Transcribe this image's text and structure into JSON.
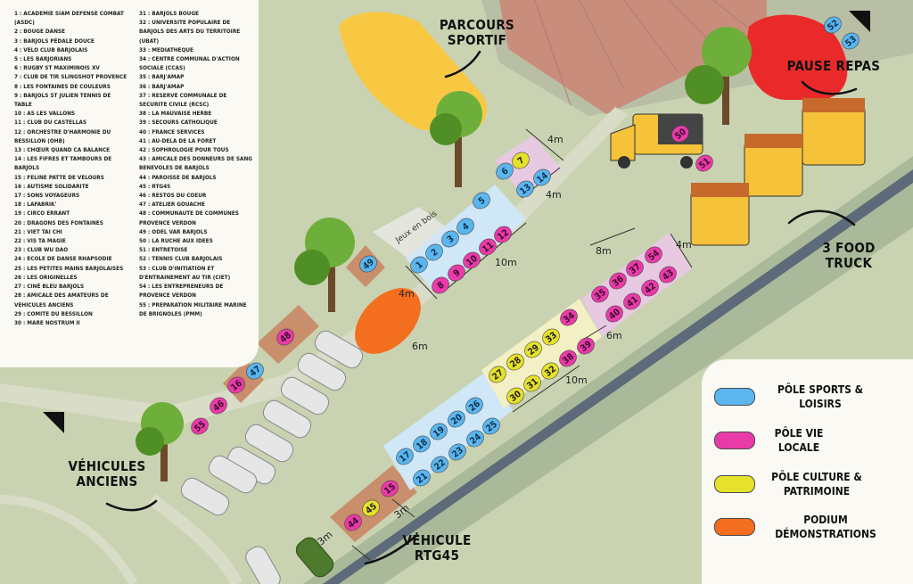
{
  "colors": {
    "sport": "#5bb5ee",
    "vie": "#e93ba8",
    "culture": "#e6e12b",
    "podium": "#f36f1f",
    "grass": "#c9d3b2",
    "panel": "#fbf9f4"
  },
  "participants_left": [
    "1 : Academie Siam defense combat (ASDC)",
    "2 : Bouge danse",
    "3 : Barjols pédale douce",
    "4 : Velo club barjolais",
    "5 : Les barjorians",
    "6 : Rugby ST Maximinois XV",
    "7 : Club de tir slingshot Provence",
    "8 : Les fontaines de couleurs",
    "9 : Barjols ST Julien tennis de table",
    "10 : As les vallons",
    "11 : Club du Castellas",
    "12 : Orchestre d'harmonie du Bessillon (OHB)",
    "13 : Chœur quand ca balance",
    "14 : Les fifres et tambours de Barjols",
    "15 : Feline patte de velours",
    "16 : Autisme solidarite",
    "17 : Sons voyageurs",
    "18 : Lafabrik'",
    "19 : Circo errant",
    "20 : Dragons des fontaines",
    "21 : Viet tai chi",
    "22 : Vis ta magie",
    "23 : Club wu dao",
    "24 : Ecole de danse rhapsodie",
    "25 : Les petites mains barjolaises",
    "26 : Les originelles",
    "27 : Ciné bleu barjols",
    "28 : Amicale des amateurs de vehicules anciens",
    "29 : Comite du bessillon",
    "30 : Mare nostrum II"
  ],
  "participants_right": [
    "31 : Barjols bouge",
    "32 : Universite populaire de barjols des arts du territoire (UBAT)",
    "33 : Mediatheque",
    "34 : Centre communal d'action sociale (CCAS)",
    "35 : Barj'amap",
    "36 : Barj'amap",
    "37 : Reserve communale de securite civile (RCSC)",
    "38 : La mauvaise herbe",
    "39 : Secours catholique",
    "40 : France services",
    "41 : Au-dela de la foret",
    "42 : Sophrologie pour tous",
    "43 : Amicale des donneurs de sang benevoles de barjols",
    "44 : Paroisse de barjols",
    "45 : RTG45",
    "46 : Restos du coeur",
    "47 : Atelier gouache",
    "48 : Communaute de communes provence verdon",
    "49 : Odel var barjols",
    "50 : La ruche aux idees",
    "51 : Entretoise",
    "52 : Tennis club barjolais",
    "53 : Club d'initiation et d'entrainement au tir (CIET)",
    "54 : Les entrepreneurs de provence verdon",
    "55 : Preparation militaire marine de brignoles (PMM)"
  ],
  "callouts": {
    "parcours": "PARCOURS SPORTIF",
    "pause": "PAUSE REPAS",
    "food": "3 FOOD TRUCK",
    "vehicules": "VÉHICULES ANCIENS",
    "rtg": "VÉHICULE RTG45",
    "jeux": "Jeux en bois"
  },
  "measures": {
    "m4a": "4m",
    "m4b": "4m",
    "m10a": "10m",
    "m4c": "4m",
    "m6a": "6m",
    "m8": "8m",
    "m4d": "4m",
    "m6b": "6m",
    "m10b": "10m",
    "m3a": "3m",
    "m3b": "3m"
  },
  "key": [
    {
      "label": "PÔLE SPORTS & LOISIRS",
      "color": "#5bb5ee"
    },
    {
      "label": "PÔLE VIE LOCALE",
      "color": "#e93ba8"
    },
    {
      "label": "PÔLE CULTURE & PATRIMOINE",
      "color": "#e6e12b"
    },
    {
      "label": "PODIUM DÉMONSTRATIONS",
      "color": "#f36f1f"
    }
  ],
  "stands": [
    {
      "n": "1",
      "pole": "sport"
    },
    {
      "n": "2",
      "pole": "sport"
    },
    {
      "n": "3",
      "pole": "sport"
    },
    {
      "n": "4",
      "pole": "sport"
    },
    {
      "n": "5",
      "pole": "sport"
    },
    {
      "n": "6",
      "pole": "sport"
    },
    {
      "n": "7",
      "pole": "culture"
    },
    {
      "n": "8",
      "pole": "vie"
    },
    {
      "n": "9",
      "pole": "vie"
    },
    {
      "n": "10",
      "pole": "vie"
    },
    {
      "n": "11",
      "pole": "vie"
    },
    {
      "n": "12",
      "pole": "vie"
    },
    {
      "n": "13",
      "pole": "sport"
    },
    {
      "n": "14",
      "pole": "sport"
    },
    {
      "n": "15",
      "pole": "vie"
    },
    {
      "n": "16",
      "pole": "vie"
    },
    {
      "n": "17",
      "pole": "sport"
    },
    {
      "n": "18",
      "pole": "sport"
    },
    {
      "n": "19",
      "pole": "sport"
    },
    {
      "n": "20",
      "pole": "sport"
    },
    {
      "n": "21",
      "pole": "sport"
    },
    {
      "n": "22",
      "pole": "sport"
    },
    {
      "n": "23",
      "pole": "sport"
    },
    {
      "n": "24",
      "pole": "sport"
    },
    {
      "n": "25",
      "pole": "sport"
    },
    {
      "n": "26",
      "pole": "sport"
    },
    {
      "n": "27",
      "pole": "culture"
    },
    {
      "n": "28",
      "pole": "culture"
    },
    {
      "n": "29",
      "pole": "culture"
    },
    {
      "n": "30",
      "pole": "culture"
    },
    {
      "n": "31",
      "pole": "culture"
    },
    {
      "n": "32",
      "pole": "culture"
    },
    {
      "n": "33",
      "pole": "culture"
    },
    {
      "n": "34",
      "pole": "vie"
    },
    {
      "n": "35",
      "pole": "vie"
    },
    {
      "n": "36",
      "pole": "vie"
    },
    {
      "n": "37",
      "pole": "vie"
    },
    {
      "n": "38",
      "pole": "vie"
    },
    {
      "n": "39",
      "pole": "vie"
    },
    {
      "n": "40",
      "pole": "vie"
    },
    {
      "n": "41",
      "pole": "vie"
    },
    {
      "n": "42",
      "pole": "vie"
    },
    {
      "n": "43",
      "pole": "vie"
    },
    {
      "n": "44",
      "pole": "vie"
    },
    {
      "n": "45",
      "pole": "culture"
    },
    {
      "n": "46",
      "pole": "vie"
    },
    {
      "n": "47",
      "pole": "sport"
    },
    {
      "n": "48",
      "pole": "vie"
    },
    {
      "n": "49",
      "pole": "sport"
    },
    {
      "n": "50",
      "pole": "vie"
    },
    {
      "n": "51",
      "pole": "vie"
    },
    {
      "n": "52",
      "pole": "sport"
    },
    {
      "n": "53",
      "pole": "sport"
    },
    {
      "n": "54",
      "pole": "vie"
    },
    {
      "n": "55",
      "pole": "vie"
    }
  ]
}
